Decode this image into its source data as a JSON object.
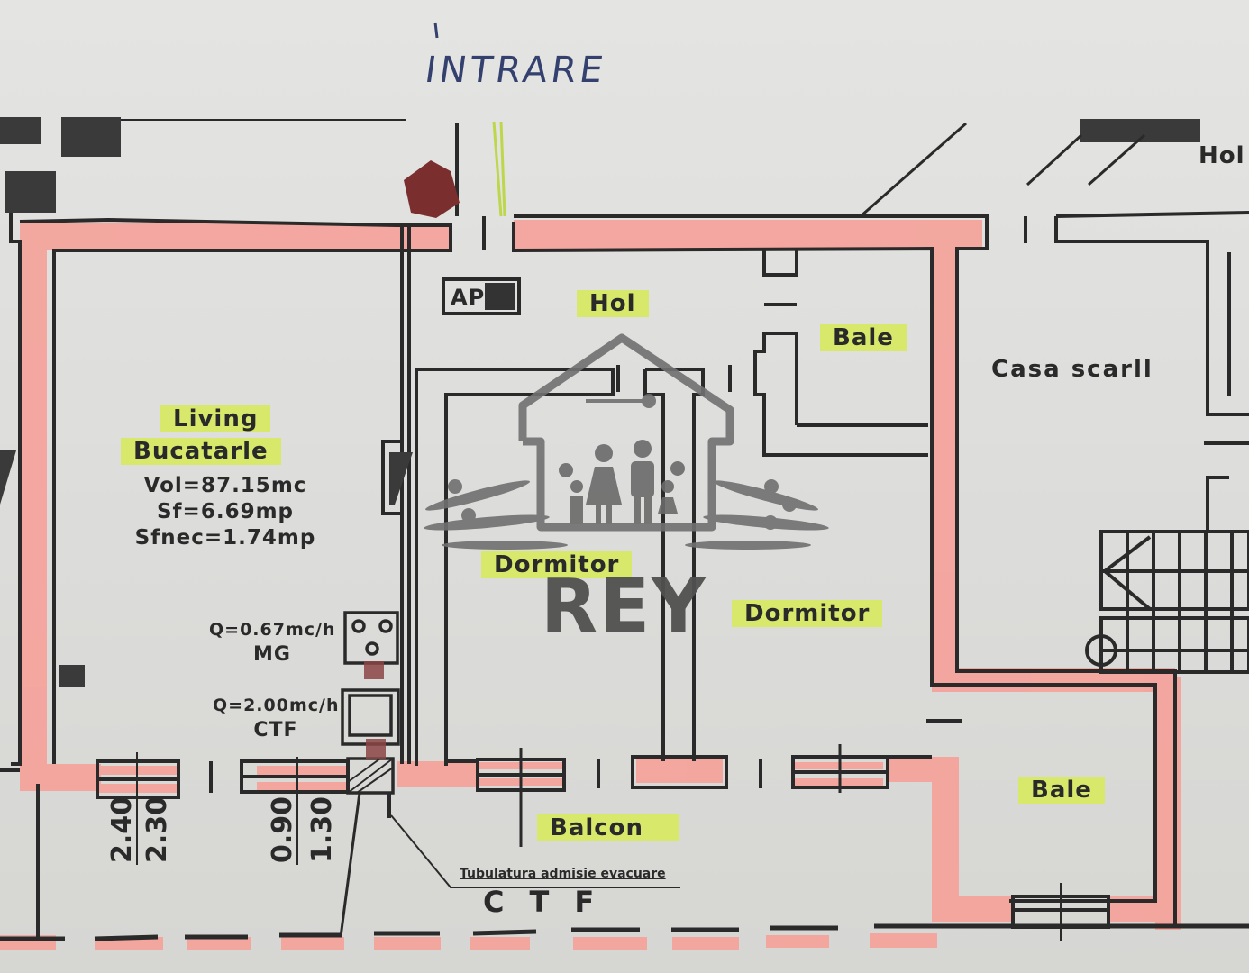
{
  "entrance": {
    "label": "INTRARE"
  },
  "apartment_tag": {
    "label": "AP"
  },
  "rooms": {
    "hol": "Hol",
    "bale_top": "Bale",
    "living": "Living",
    "bucatarie": "Bucatarle",
    "dormitor_left": "Dormitor",
    "dormitor_right": "Dormitor",
    "bale_bottom": "Bale",
    "balcon": "Balcon",
    "casa_scarii": "Casa scarll",
    "hol_right": "Hol"
  },
  "living_specs": {
    "volume": "Vol=87.15mc",
    "sf": "Sf=6.69mp",
    "sfnec": "Sfnec=1.74mp"
  },
  "appliances": {
    "mg": {
      "flow": "Q=0.67mc/h",
      "name": "MG"
    },
    "ctf": {
      "flow": "Q=2.00mc/h",
      "name": "CTF"
    }
  },
  "dimensions": {
    "window_left": [
      "2.40",
      "2.30"
    ],
    "window_mid": [
      "0.90",
      "1.30"
    ]
  },
  "annotation": {
    "pipe_label": "Tubulatura admisie evacuare",
    "pipe_target": "CTF"
  },
  "watermark": {
    "brand": "REY",
    "icon": "house-family-logo"
  },
  "colors": {
    "wall_highlight": "#f5a199",
    "label_highlight": "#d8e86a",
    "line": "#2a2a2a",
    "handwriting": "#34406e",
    "gas_marker": "#7a2e2e"
  }
}
